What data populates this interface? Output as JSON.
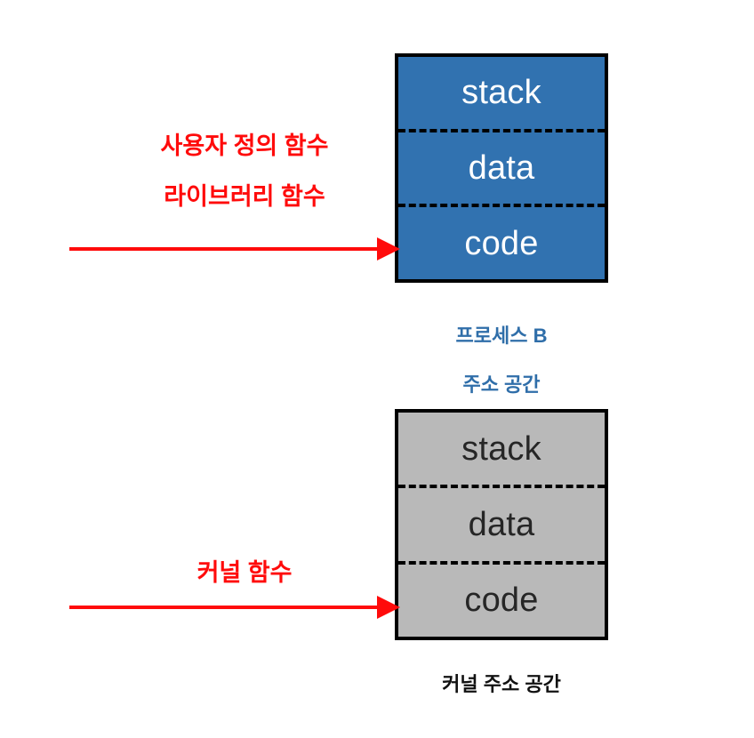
{
  "diagram": {
    "title_text_color_red": "#FF0B0B",
    "process_fill": "#3172B0",
    "kernel_fill": "#B9B9B9",
    "border_color": "#000000",
    "process_caption_color": "#2F6EA9"
  },
  "process_block": {
    "segments": [
      {
        "label": "stack"
      },
      {
        "label": "data"
      },
      {
        "label": "code"
      }
    ],
    "caption": {
      "line1": "프로세스 B",
      "line2": "주소 공간"
    }
  },
  "kernel_block": {
    "segments": [
      {
        "label": "stack"
      },
      {
        "label": "data"
      },
      {
        "label": "code"
      }
    ],
    "caption": {
      "line1": "커널 주소 공간"
    }
  },
  "annotations": {
    "user_defined_function": "사용자 정의 함수",
    "library_function": "라이브러리 함수",
    "kernel_function": "커널 함수"
  },
  "arrows": {
    "upper_arrow_name": "arrow-to-process-code",
    "lower_arrow_name": "arrow-to-kernel-code"
  }
}
